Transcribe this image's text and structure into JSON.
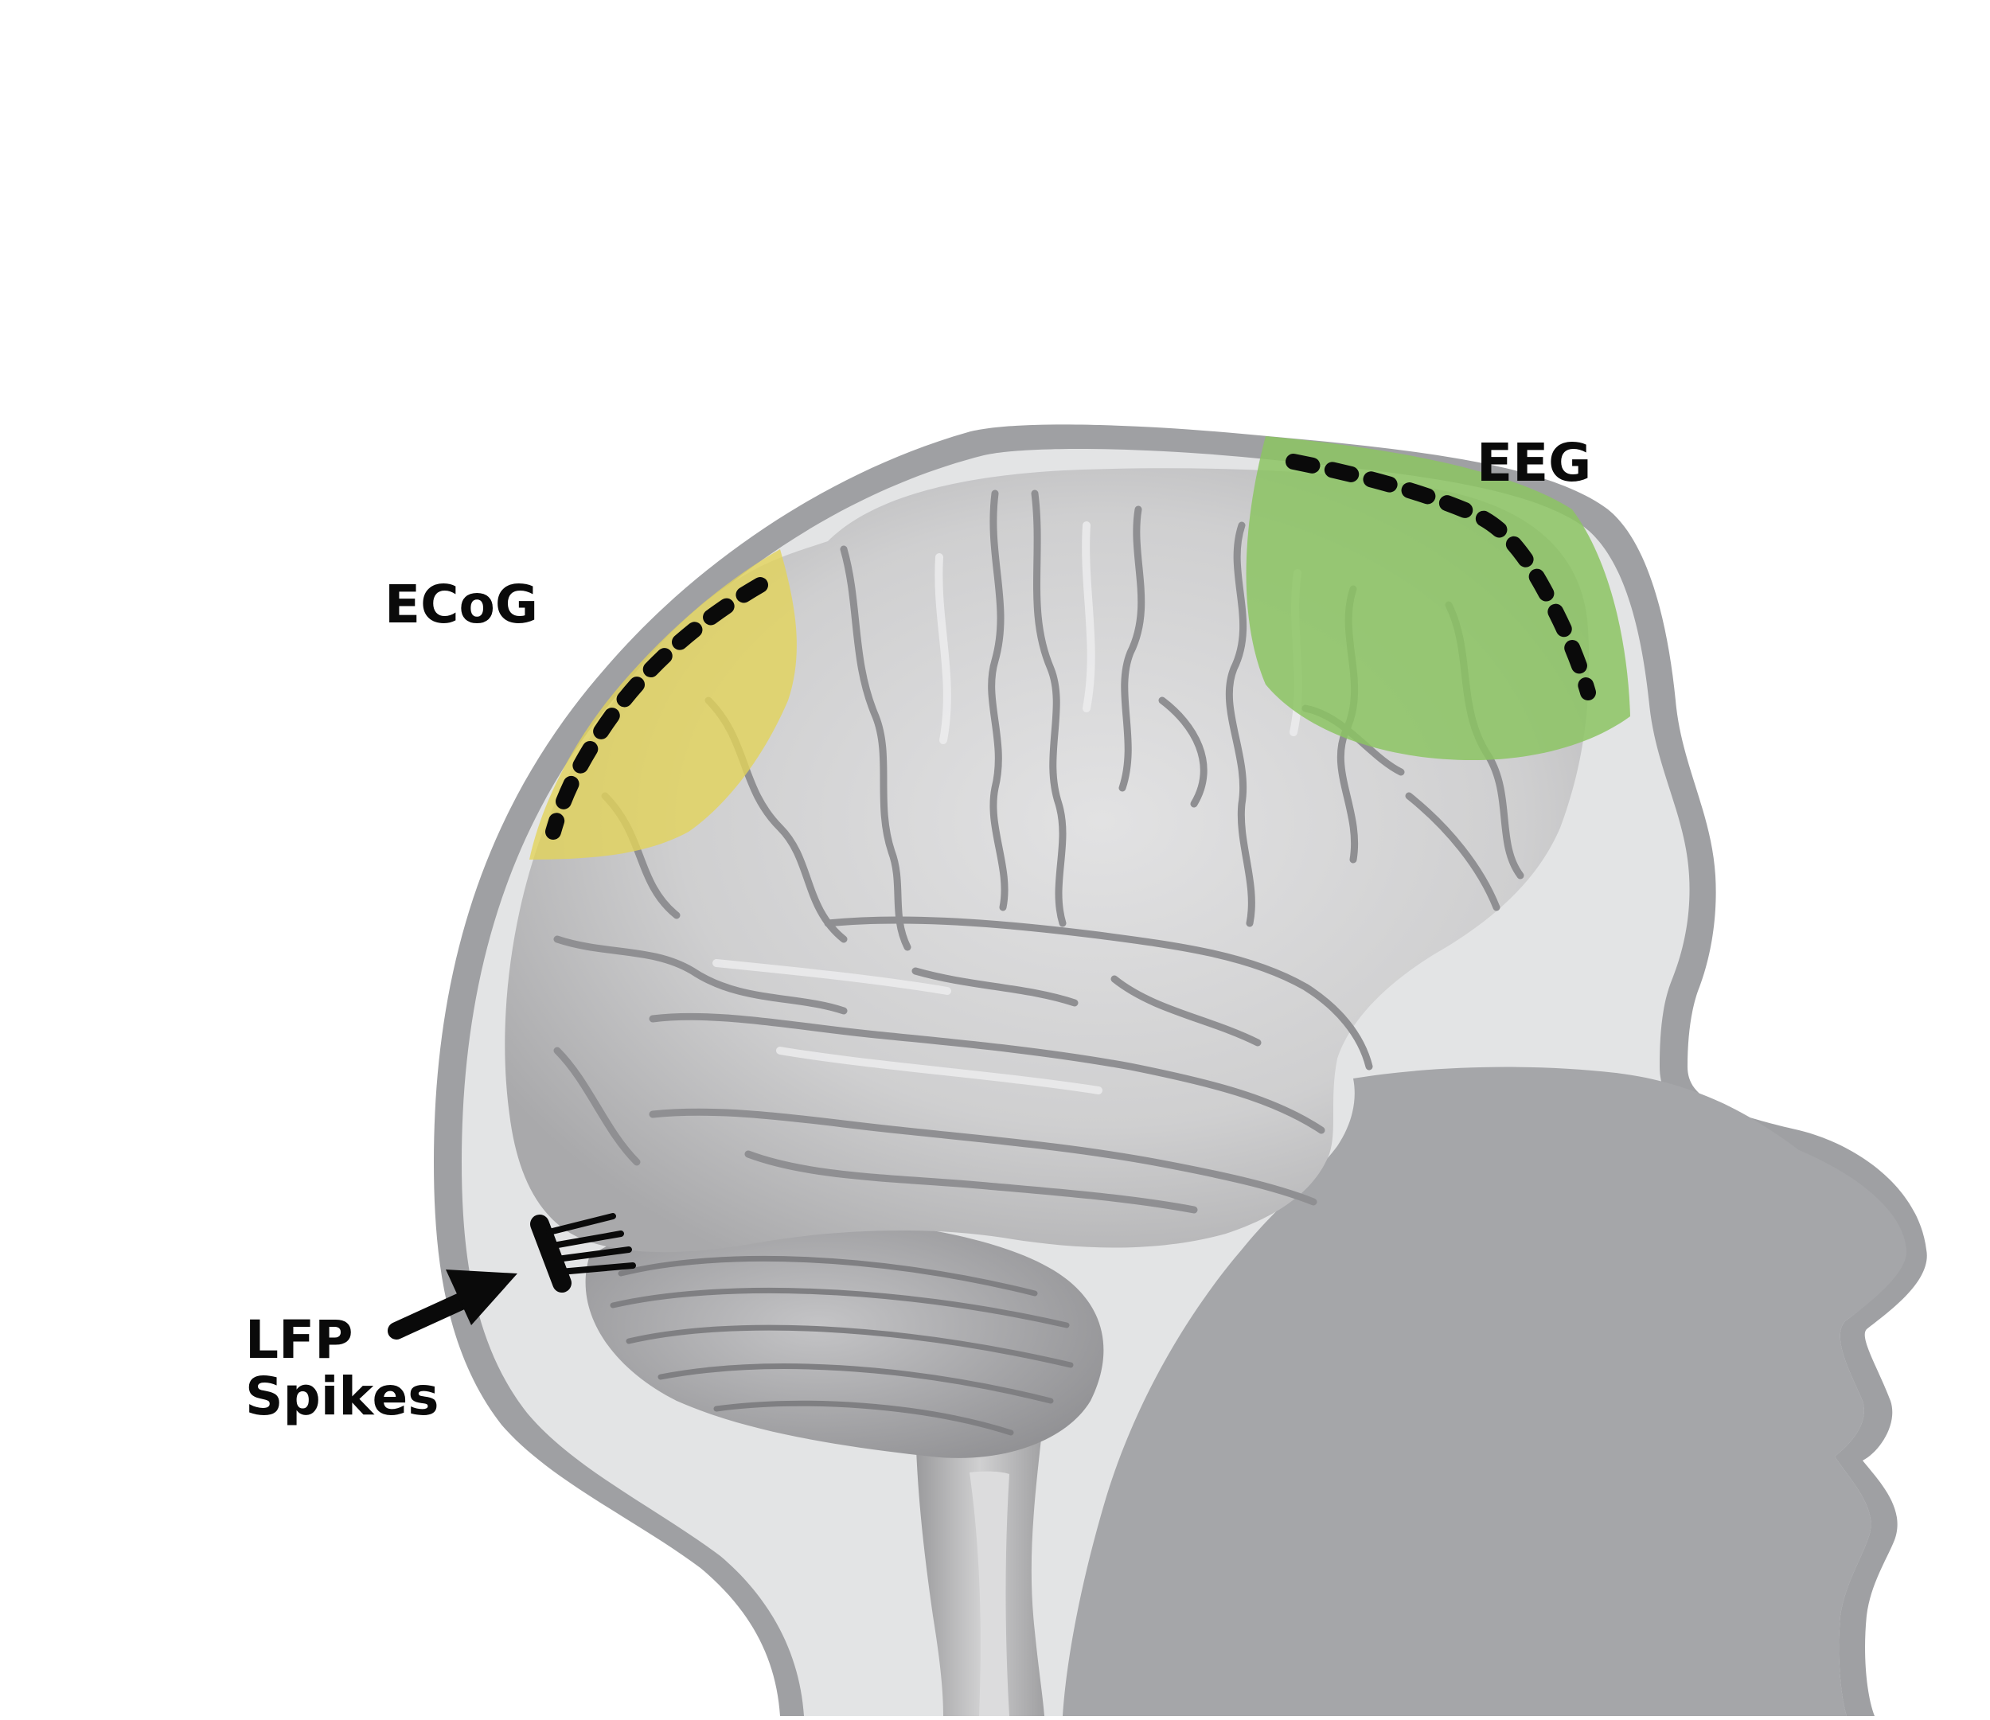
{
  "labels": {
    "ecog": "ECoG",
    "eeg": "EEG",
    "lfp_line1": "LFP",
    "lfp_line2": "Spikes"
  },
  "colors": {
    "background": "#ffffff",
    "head_outline": "#9fa0a3",
    "head_fill": "#e3e4e5",
    "face_silhouette": "#a5a6a9",
    "brain": "#c8c8c9",
    "ecog_region": "#e2d35a",
    "eeg_region": "#8cc463",
    "electrode": "#0a0a0a"
  }
}
